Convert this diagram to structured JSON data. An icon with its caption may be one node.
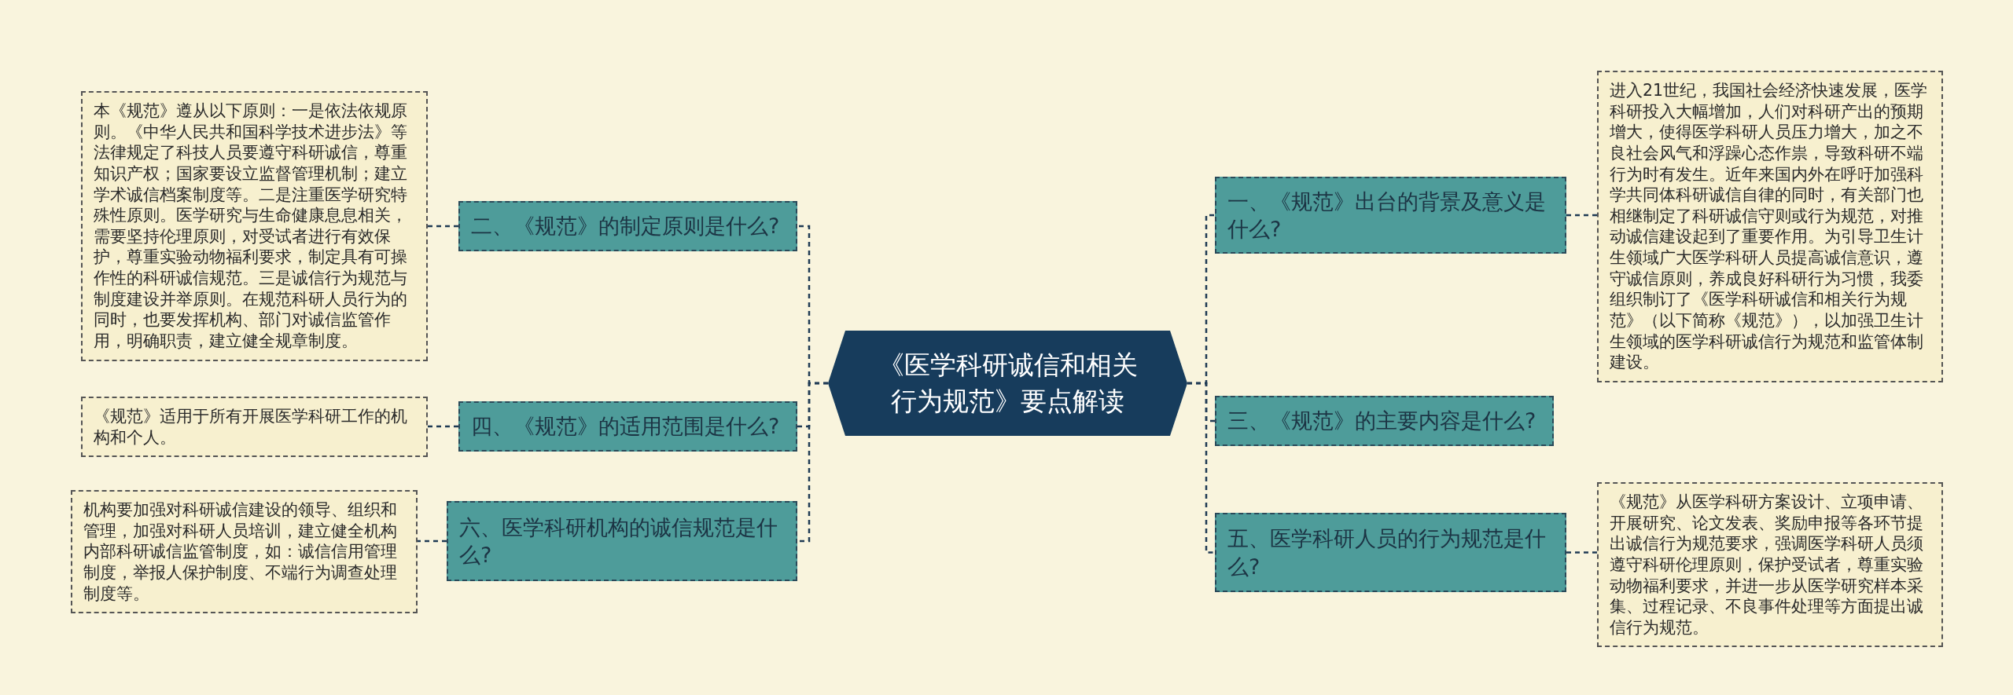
{
  "diagram": {
    "nodes": [
      {
        "text": [
          "《医学科研诚信和相关行为规范》要点解读"
        ]
      },
      {
        "text": [
          "一、《规范》出台的背景及意义是什么?"
        ]
      },
      {
        "text": [
          "进入21世纪，我国社会经济快速发展，医学科研投入大幅增加，人们对科研产出的预期增大，使得医学科研人员压力增大，加之不良社会风气和浮躁心态作祟，导致科研不端行为时有发生。近年来国内外在呼吁加强科学共同体科研诚信自律的同时，有关部门也相继制定了科研诚信守则或行为规范，对推动诚信建设起到了重要作用。为引导卫生计生领域广大医学科研人员提高诚信意识，遵守诚信原则，养成良好科研行为习惯，我委组织制订了《医学科研诚信和相关行为规范》（以下简称《规范》），以加强卫生计生领域的医学科研诚信行为规范和监管体制建设。"
        ]
      },
      {
        "text": [
          "二、《规范》的制定原则是什么?"
        ]
      },
      {
        "text": [
          "本《规范》遵从以下原则：一是依法依规原则。《中华人民共和国科学技术进步法》等法律规定了科技人员要遵守科研诚信，尊重知识产权；国家要设立监督管理机制；建立学术诚信档案制度等。二是注重医学研究特殊性原则。医学研究与生命健康息息相关，需要坚持伦理原则，对受试者进行有效保护，尊重实验动物福利要求，制定具有可操作性的科研诚信规范。三是诚信行为规范与制度建设并举原则。在规范科研人员行为的同时，也要发挥机构、部门对诚信监管作用，明确职责，建立健全规章制度。"
        ]
      },
      {
        "text": [
          "三、《规范》的主要内容是什么?"
        ]
      },
      {
        "text": [
          "四、《规范》的适用范围是什么?"
        ]
      },
      {
        "text": [
          "《规范》适用于所有开展医学科研工作的机构和个人。"
        ]
      },
      {
        "text": [
          "五、医学科研人员的行为规范是什么?"
        ]
      },
      {
        "text": [
          "《规范》从医学科研方案设计、立项申请、开展研究、论文发表、奖励申报等各环节提出诚信行为规范要求，强调医学科研人员须遵守科研伦理原则，保护受试者，尊重实验动物福利要求，并进一步从医学研究样本采集、过程记录、不良事件处理等方面提出诚信行为规范。"
        ]
      },
      {
        "text": [
          "六、医学科研机构的诚信规范是什么?"
        ]
      },
      {
        "text": [
          "机构要加强对科研诚信建设的领导、组织和管理，加强对科研人员培训，建立健全机构内部科研诚信监管制度，如：诚信信用管理制度，举报人保护制度、不端行为调查处理制度等。"
        ]
      }
    ],
    "edges": [
      {
        "from": 0,
        "to": 1,
        "arrow": "none",
        "style": "dashed"
      },
      {
        "from": 1,
        "to": 2,
        "arrow": "none",
        "style": "dashed"
      },
      {
        "from": 0,
        "to": 3,
        "arrow": "none",
        "style": "dashed"
      },
      {
        "from": 3,
        "to": 4,
        "arrow": "none",
        "style": "dashed"
      },
      {
        "from": 0,
        "to": 5,
        "arrow": "none",
        "style": "dashed"
      },
      {
        "from": 0,
        "to": 6,
        "arrow": "none",
        "style": "dashed"
      },
      {
        "from": 6,
        "to": 7,
        "arrow": "none",
        "style": "dashed"
      },
      {
        "from": 0,
        "to": 8,
        "arrow": "none",
        "style": "dashed"
      },
      {
        "from": 8,
        "to": 9,
        "arrow": "none",
        "style": "dashed"
      },
      {
        "from": 0,
        "to": 10,
        "arrow": "none",
        "style": "dashed"
      },
      {
        "from": 10,
        "to": 11,
        "arrow": "none",
        "style": "dashed"
      }
    ]
  }
}
